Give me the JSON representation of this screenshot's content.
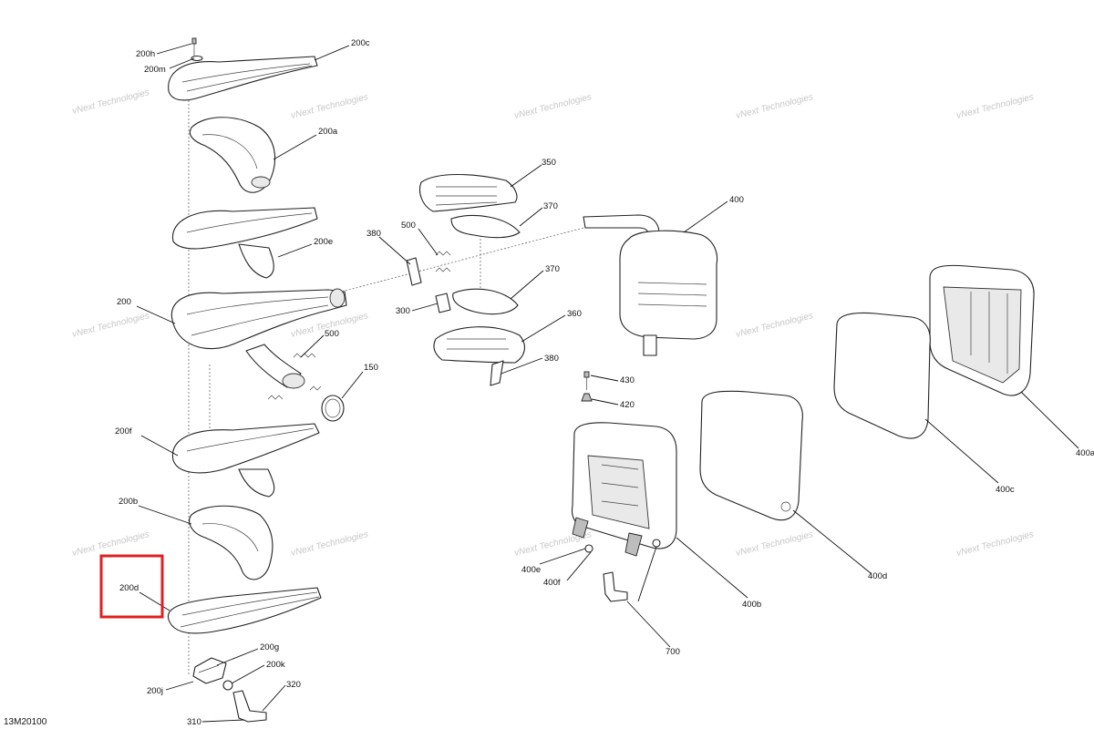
{
  "diagram": {
    "drawing_code": "13M20100",
    "watermark": "vNext Technologies",
    "highlight_color": "#e02020",
    "highlighted_part": "200d",
    "labels": {
      "l200h": "200h",
      "l200m": "200m",
      "l200c": "200c",
      "l200a": "200a",
      "l200e": "200e",
      "l200": "200",
      "l200f": "200f",
      "l200b": "200b",
      "l200d": "200d",
      "l200g": "200g",
      "l200k": "200k",
      "l200j": "200j",
      "l320": "320",
      "l310": "310",
      "l350": "350",
      "l370a": "370",
      "l370b": "370",
      "l380a": "380",
      "l380b": "380",
      "l500a": "500",
      "l500b": "500",
      "l300": "300",
      "l360": "360",
      "l150": "150",
      "l400": "400",
      "l430": "430",
      "l420": "420",
      "l400e": "400e",
      "l400f": "400f",
      "l700": "700",
      "l400b": "400b",
      "l400d": "400d",
      "l400c": "400c",
      "l400a": "400a"
    }
  }
}
